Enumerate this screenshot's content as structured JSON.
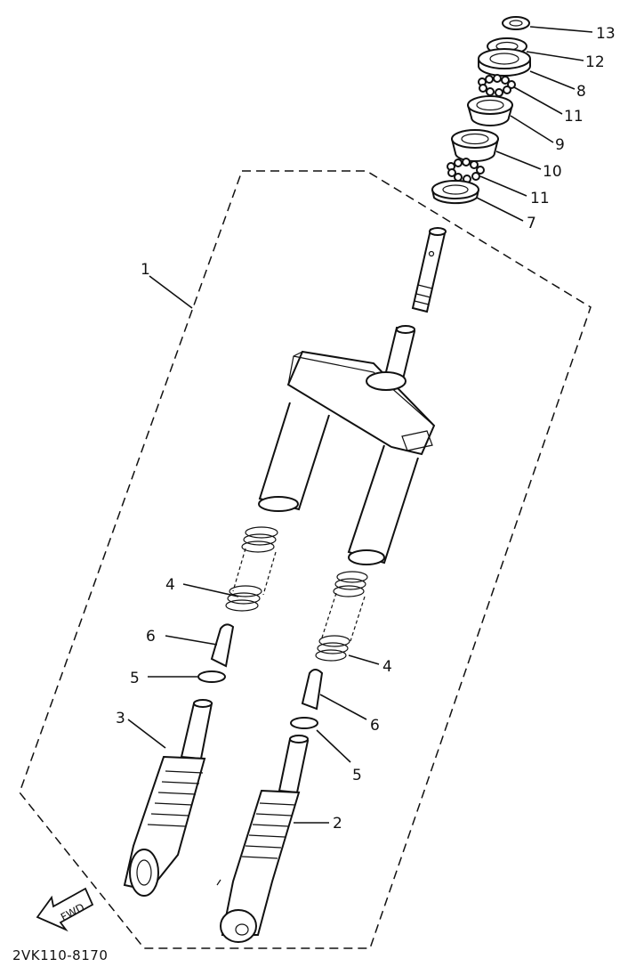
{
  "figure_code": "2VK110-8170",
  "fwd_label": "FWD",
  "callouts": [
    {
      "id": "c13",
      "text": "13"
    },
    {
      "id": "c12",
      "text": "12"
    },
    {
      "id": "c8",
      "text": "8"
    },
    {
      "id": "c11a",
      "text": "11"
    },
    {
      "id": "c9",
      "text": "9"
    },
    {
      "id": "c10",
      "text": "10"
    },
    {
      "id": "c11b",
      "text": "11"
    },
    {
      "id": "c7",
      "text": "7"
    },
    {
      "id": "c1",
      "text": "1"
    },
    {
      "id": "c4a",
      "text": "4"
    },
    {
      "id": "c6a",
      "text": "6"
    },
    {
      "id": "c5a",
      "text": "5"
    },
    {
      "id": "c3",
      "text": "3"
    },
    {
      "id": "c4b",
      "text": "4"
    },
    {
      "id": "c6b",
      "text": "6"
    },
    {
      "id": "c5b",
      "text": "5"
    },
    {
      "id": "c2",
      "text": "2"
    }
  ]
}
